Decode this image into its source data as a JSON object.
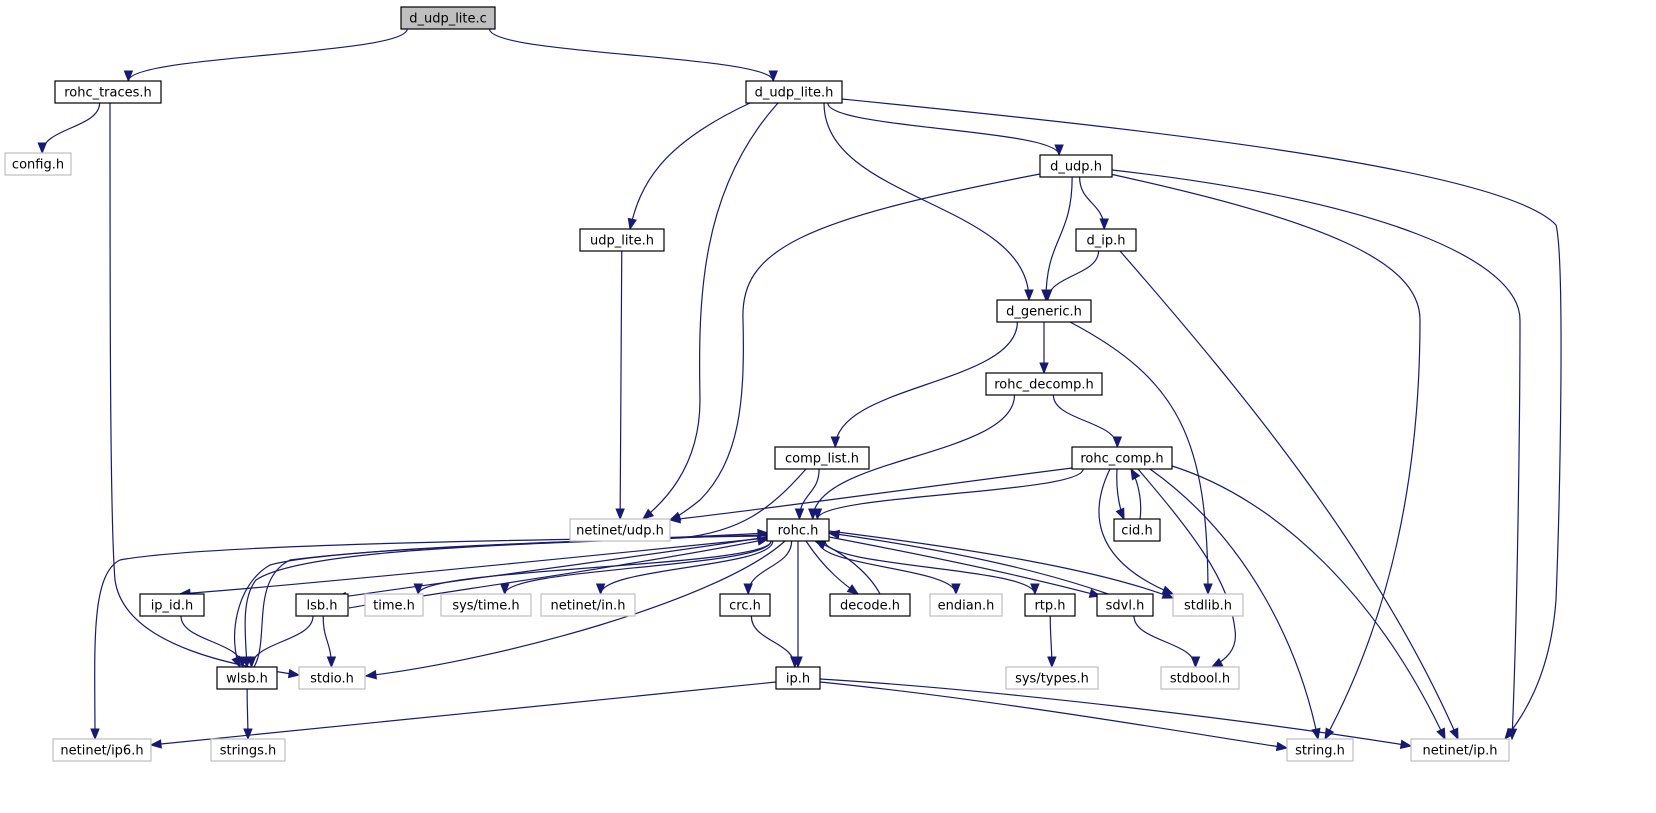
{
  "nodes": [
    {
      "id": "d_udp_lite_c",
      "label": "d_udp_lite.c",
      "kind": "root"
    },
    {
      "id": "rohc_traces_h",
      "label": "rohc_traces.h",
      "kind": "local"
    },
    {
      "id": "d_udp_lite_h",
      "label": "d_udp_lite.h",
      "kind": "local"
    },
    {
      "id": "config_h",
      "label": "config.h",
      "kind": "system"
    },
    {
      "id": "d_udp_h",
      "label": "d_udp.h",
      "kind": "local"
    },
    {
      "id": "udp_lite_h",
      "label": "udp_lite.h",
      "kind": "local"
    },
    {
      "id": "d_ip_h",
      "label": "d_ip.h",
      "kind": "local"
    },
    {
      "id": "d_generic_h",
      "label": "d_generic.h",
      "kind": "local"
    },
    {
      "id": "rohc_decomp_h",
      "label": "rohc_decomp.h",
      "kind": "local"
    },
    {
      "id": "comp_list_h",
      "label": "comp_list.h",
      "kind": "local"
    },
    {
      "id": "rohc_comp_h",
      "label": "rohc_comp.h",
      "kind": "local"
    },
    {
      "id": "netinet_udp_h",
      "label": "netinet/udp.h",
      "kind": "system"
    },
    {
      "id": "rohc_h",
      "label": "rohc.h",
      "kind": "local"
    },
    {
      "id": "cid_h",
      "label": "cid.h",
      "kind": "local"
    },
    {
      "id": "ip_id_h",
      "label": "ip_id.h",
      "kind": "local"
    },
    {
      "id": "lsb_h",
      "label": "lsb.h",
      "kind": "local"
    },
    {
      "id": "time_h",
      "label": "time.h",
      "kind": "system"
    },
    {
      "id": "sys_time_h",
      "label": "sys/time.h",
      "kind": "system"
    },
    {
      "id": "netinet_in_h",
      "label": "netinet/in.h",
      "kind": "system"
    },
    {
      "id": "crc_h",
      "label": "crc.h",
      "kind": "local"
    },
    {
      "id": "decode_h",
      "label": "decode.h",
      "kind": "local"
    },
    {
      "id": "endian_h",
      "label": "endian.h",
      "kind": "system"
    },
    {
      "id": "rtp_h",
      "label": "rtp.h",
      "kind": "local"
    },
    {
      "id": "sdvl_h",
      "label": "sdvl.h",
      "kind": "local"
    },
    {
      "id": "stdlib_h",
      "label": "stdlib.h",
      "kind": "system"
    },
    {
      "id": "wlsb_h",
      "label": "wlsb.h",
      "kind": "local"
    },
    {
      "id": "stdio_h",
      "label": "stdio.h",
      "kind": "system"
    },
    {
      "id": "ip_h",
      "label": "ip.h",
      "kind": "local"
    },
    {
      "id": "sys_types_h",
      "label": "sys/types.h",
      "kind": "system"
    },
    {
      "id": "stdbool_h",
      "label": "stdbool.h",
      "kind": "system"
    },
    {
      "id": "netinet_ip6_h",
      "label": "netinet/ip6.h",
      "kind": "system"
    },
    {
      "id": "strings_h",
      "label": "strings.h",
      "kind": "system"
    },
    {
      "id": "string_h",
      "label": "string.h",
      "kind": "system"
    },
    {
      "id": "netinet_ip_h",
      "label": "netinet/ip.h",
      "kind": "system"
    }
  ],
  "edges": [
    [
      "d_udp_lite_c",
      "rohc_traces_h"
    ],
    [
      "d_udp_lite_c",
      "d_udp_lite_h"
    ],
    [
      "rohc_traces_h",
      "config_h"
    ],
    [
      "rohc_traces_h",
      "stdio_h"
    ],
    [
      "d_udp_lite_h",
      "d_udp_h"
    ],
    [
      "d_udp_lite_h",
      "udp_lite_h"
    ],
    [
      "d_udp_lite_h",
      "netinet_udp_h"
    ],
    [
      "d_udp_lite_h",
      "d_generic_h"
    ],
    [
      "d_udp_lite_h",
      "netinet_ip_h"
    ],
    [
      "d_udp_h",
      "d_ip_h"
    ],
    [
      "d_udp_h",
      "d_generic_h"
    ],
    [
      "d_udp_h",
      "netinet_udp_h"
    ],
    [
      "d_udp_h",
      "string_h"
    ],
    [
      "d_udp_h",
      "netinet_ip_h"
    ],
    [
      "udp_lite_h",
      "netinet_udp_h"
    ],
    [
      "d_ip_h",
      "d_generic_h"
    ],
    [
      "d_ip_h",
      "netinet_ip_h"
    ],
    [
      "d_generic_h",
      "rohc_decomp_h"
    ],
    [
      "d_generic_h",
      "comp_list_h"
    ],
    [
      "d_generic_h",
      "stdlib_h"
    ],
    [
      "rohc_decomp_h",
      "rohc_comp_h"
    ],
    [
      "rohc_decomp_h",
      "rohc_h"
    ],
    [
      "comp_list_h",
      "rohc_h"
    ],
    [
      "comp_list_h",
      "wlsb_h"
    ],
    [
      "rohc_comp_h",
      "rohc_h"
    ],
    [
      "rohc_comp_h",
      "netinet_udp_h"
    ],
    [
      "rohc_comp_h",
      "cid_h"
    ],
    [
      "rohc_comp_h",
      "stdlib_h"
    ],
    [
      "rohc_comp_h",
      "stdbool_h"
    ],
    [
      "rohc_comp_h",
      "string_h"
    ],
    [
      "rohc_comp_h",
      "netinet_ip_h"
    ],
    [
      "cid_h",
      "rohc_comp_h"
    ],
    [
      "rohc_h",
      "ip_id_h"
    ],
    [
      "rohc_h",
      "lsb_h"
    ],
    [
      "rohc_h",
      "wlsb_h"
    ],
    [
      "rohc_h",
      "time_h"
    ],
    [
      "rohc_h",
      "sys_time_h"
    ],
    [
      "rohc_h",
      "netinet_in_h"
    ],
    [
      "rohc_h",
      "crc_h"
    ],
    [
      "rohc_h",
      "decode_h"
    ],
    [
      "rohc_h",
      "endian_h"
    ],
    [
      "rohc_h",
      "rtp_h"
    ],
    [
      "rohc_h",
      "sdvl_h"
    ],
    [
      "rohc_h",
      "stdlib_h"
    ],
    [
      "rohc_h",
      "stdio_h"
    ],
    [
      "rohc_h",
      "ip_h"
    ],
    [
      "rohc_h",
      "netinet_ip6_h"
    ],
    [
      "lsb_h",
      "rohc_h"
    ],
    [
      "lsb_h",
      "wlsb_h"
    ],
    [
      "lsb_h",
      "stdio_h"
    ],
    [
      "wlsb_h",
      "rohc_h"
    ],
    [
      "wlsb_h",
      "strings_h"
    ],
    [
      "decode_h",
      "rohc_h"
    ],
    [
      "sdvl_h",
      "rohc_h"
    ],
    [
      "sdvl_h",
      "stdbool_h"
    ],
    [
      "ip_id_h",
      "wlsb_h"
    ],
    [
      "crc_h",
      "ip_h"
    ],
    [
      "rtp_h",
      "sys_types_h"
    ],
    [
      "ip_h",
      "netinet_ip6_h"
    ],
    [
      "ip_h",
      "string_h"
    ],
    [
      "ip_h",
      "netinet_ip_h"
    ]
  ]
}
